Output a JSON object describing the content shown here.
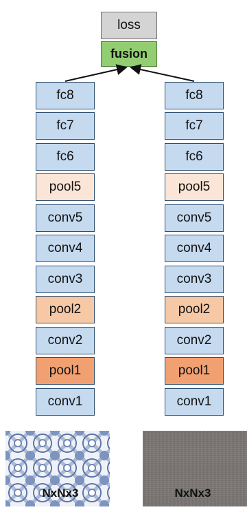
{
  "top": {
    "loss": "loss",
    "fusion": "fusion"
  },
  "left_stream": {
    "layers": [
      "fc8",
      "fc7",
      "fc6",
      "pool5",
      "conv5",
      "conv4",
      "conv3",
      "pool2",
      "conv2",
      "pool1",
      "conv1"
    ],
    "input_label": "NxNx3",
    "input_image": "texture-tile-image"
  },
  "right_stream": {
    "layers": [
      "fc8",
      "fc7",
      "fc6",
      "pool5",
      "conv5",
      "conv4",
      "conv3",
      "pool2",
      "conv2",
      "pool1",
      "conv1"
    ],
    "input_label": "NxNx3",
    "input_image": "noise-texture-image"
  },
  "colors": {
    "conv_fc": "#c5d9ef",
    "pool5": "#fbe5d6",
    "pool2": "#f7c8a6",
    "pool1": "#f1a072",
    "loss": "#d4d4d4",
    "fusion": "#93cd72"
  }
}
